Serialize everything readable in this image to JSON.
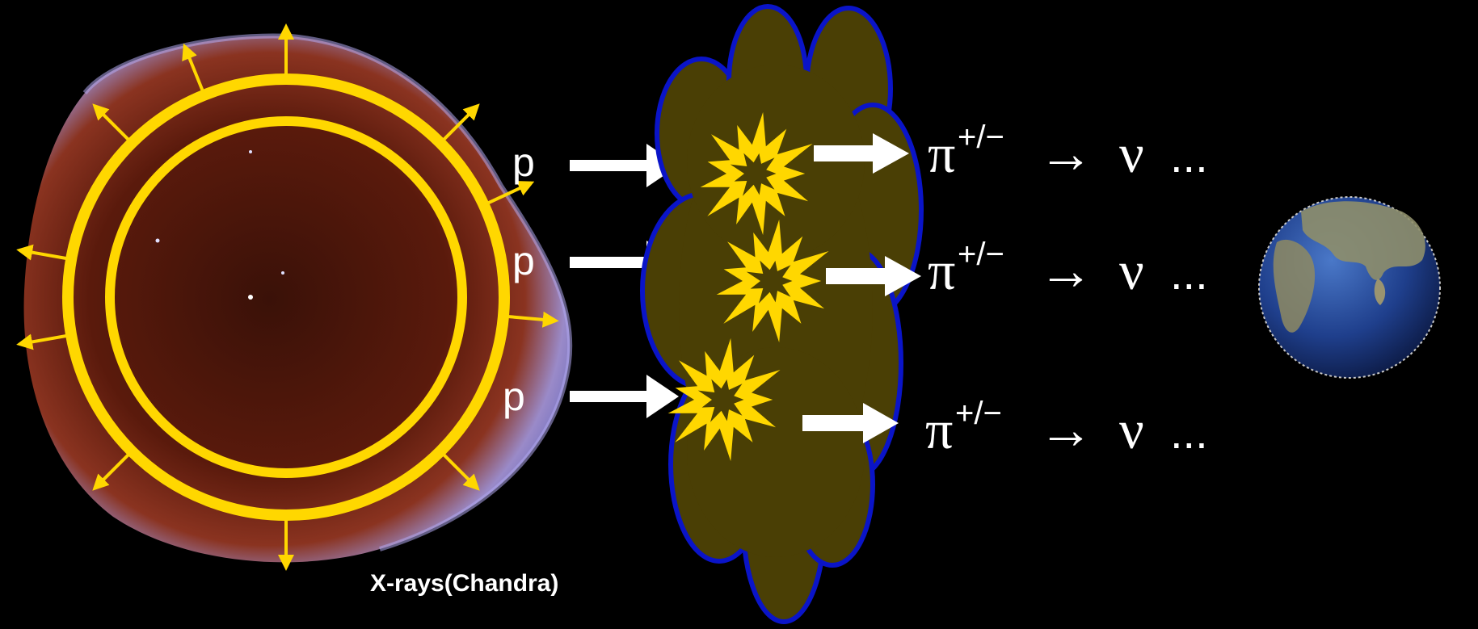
{
  "caption": "X-rays(Chandra)",
  "proton_label": "p",
  "reaction": {
    "pion": "π",
    "pion_charge": "+/−",
    "arrow": "→",
    "neutrino": "ν",
    "ellipsis": "..."
  },
  "colors": {
    "background": "#000000",
    "shock_ring": "#FFD700",
    "cloud_fill": "#4A3F05",
    "cloud_outline": "#0A14C8",
    "arrow": "#FFFFFF",
    "star_burst": "#FFD700"
  }
}
